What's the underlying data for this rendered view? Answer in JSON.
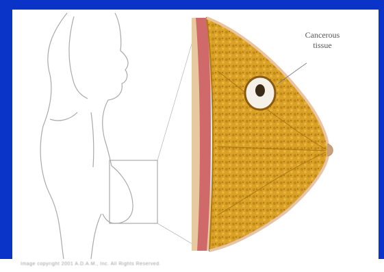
{
  "callout": {
    "line1": "Cancerous",
    "line2": "tissue"
  },
  "footer": {
    "copyright": "Image copyright 2001 A.D.A.M., Inc. All Rights Reserved."
  },
  "colors": {
    "frame": "#0a33c8",
    "panel": "#ffffff",
    "skin_outline": "#a9a9a9",
    "tissue": "#d9a227",
    "tissue_dark": "#b07a12",
    "muscle": "#d06a6a",
    "tumor": "#f5f0e8"
  }
}
